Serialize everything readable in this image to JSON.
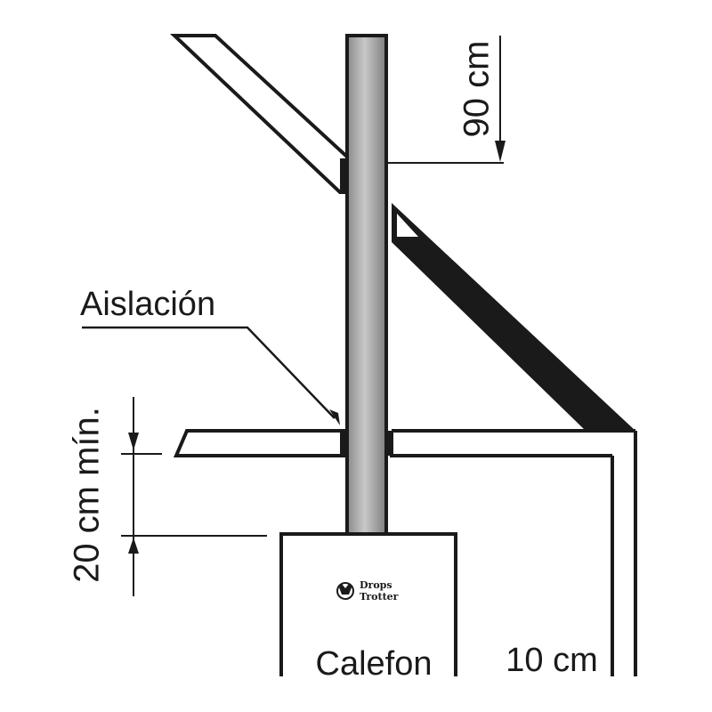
{
  "labels": {
    "insulation": "Aislación",
    "height_top": "90 cm",
    "clearance_min": "20 cm mín.",
    "heater": "Calefon",
    "side_gap": "10 cm"
  },
  "logo": {
    "line1": "Drops",
    "line2": "Trotter"
  },
  "colors": {
    "ink": "#1a1a1a",
    "pipe_fill": "#9a9a9a",
    "pipe_highlight": "#d2d2d2",
    "background": "#ffffff"
  }
}
